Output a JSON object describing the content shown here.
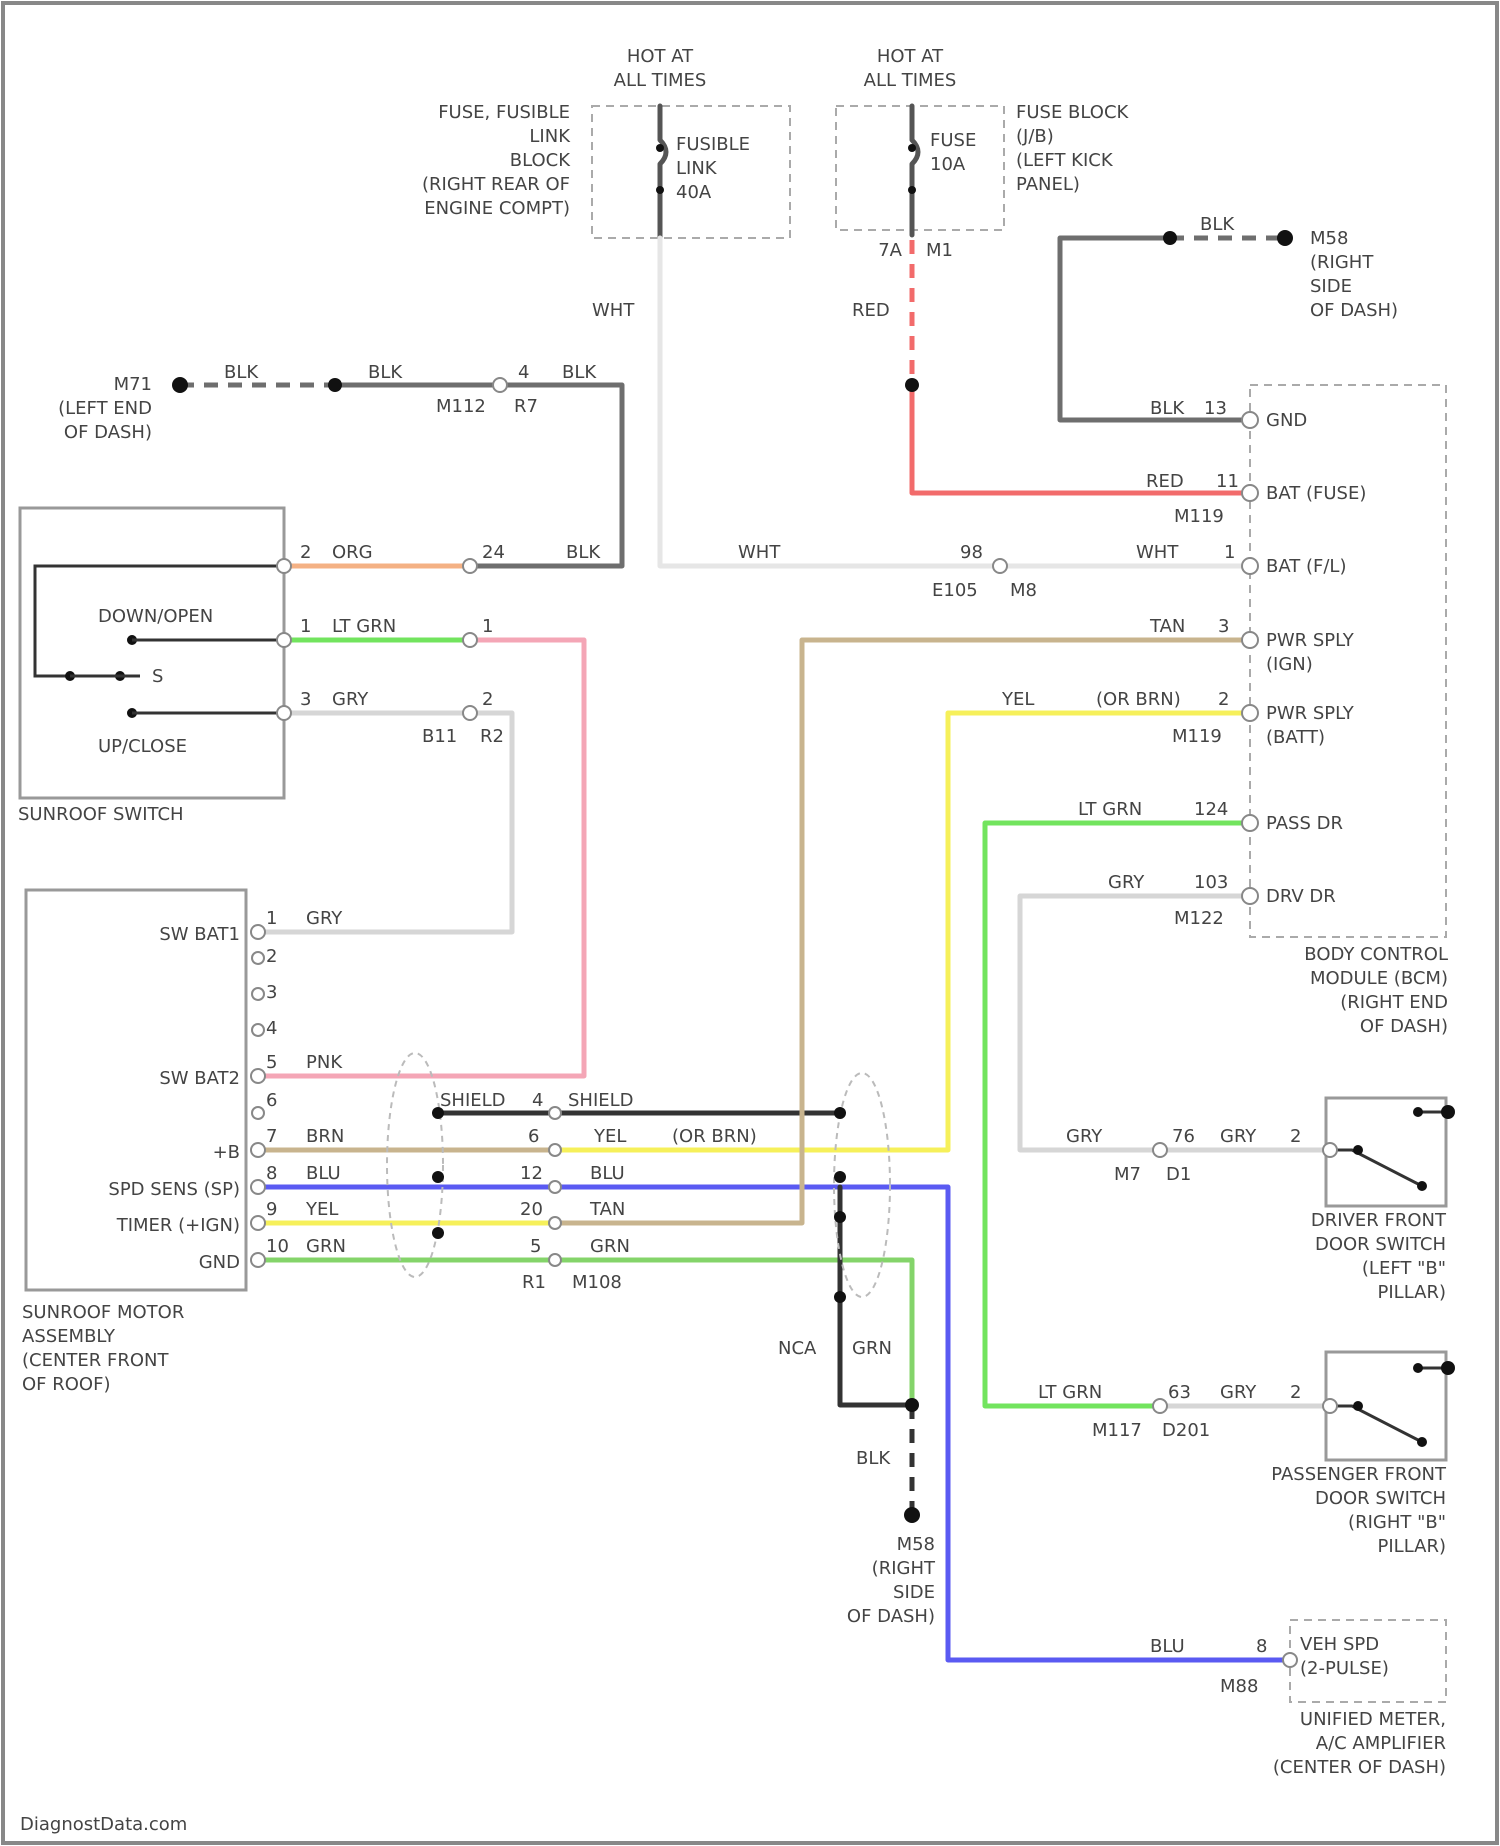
{
  "colors": {
    "wht": "#e6e6e6",
    "red": "#f26b6b",
    "blk": "#6e6e6e",
    "org": "#f4b184",
    "ltgrn": "#72e45e",
    "pnk": "#f4a6b6",
    "gry": "#d6d6d6",
    "tan": "#c8b48e",
    "yel": "#f6f05a",
    "blu": "#5a5af2",
    "grn": "#84d46a",
    "shield": "#333333"
  },
  "power": {
    "fusible": {
      "hot": "HOT AT\nALL TIMES",
      "block": "FUSE, FUSIBLE\nLINK\nBLOCK\n(RIGHT REAR OF\nENGINE COMPT)",
      "inner": "FUSIBLE\nLINK\n40A"
    },
    "fuse": {
      "hot": "HOT AT\nALL TIMES",
      "block": "FUSE BLOCK\n(J/B)\n(LEFT KICK\nPANEL)",
      "inner": "FUSE\n10A",
      "pin": "7A",
      "conn": "M1"
    }
  },
  "grounds": {
    "m58_top": "M58\n(RIGHT\nSIDE\nOF DASH)",
    "m71": "M71\n(LEFT END\nOF DASH)",
    "m58_bottom": "M58\n(RIGHT\nSIDE\nOF DASH)"
  },
  "components": {
    "bcm": {
      "name": "BODY CONTROL\nMODULE (BCM)\n(RIGHT END\nOF DASH)",
      "pins": [
        "GND",
        "BAT (FUSE)",
        "BAT (F/L)",
        "PWR SPLY\n(IGN)",
        "PWR SPLY\n(BATT)",
        "PASS DR",
        "DRV DR"
      ]
    },
    "sunroof_switch": {
      "name": "SUNROOF SWITCH",
      "down": "DOWN/OPEN",
      "up": "UP/CLOSE",
      "mid": "S"
    },
    "sunroof_motor": {
      "name": "SUNROOF MOTOR\nASSEMBLY\n(CENTER FRONT\nOF ROOF)",
      "pins": [
        "SW BAT1",
        "",
        "",
        "",
        "SW BAT2",
        "",
        "+B",
        "SPD SENS (SP)",
        "TIMER (+IGN)",
        "GND"
      ]
    },
    "driver_door": {
      "name": "DRIVER FRONT\nDOOR SWITCH\n(LEFT \"B\"\nPILLAR)"
    },
    "pass_door": {
      "name": "PASSENGER FRONT\nDOOR SWITCH\n(RIGHT \"B\"\nPILLAR)"
    },
    "meter": {
      "name": "UNIFIED METER,\nA/C AMPLIFIER\n(CENTER OF DASH)",
      "pin": "VEH SPD\n(2-PULSE)",
      "conn": "M88",
      "num": "8"
    }
  },
  "labels": {
    "wht_v": "WHT",
    "red_v": "RED",
    "blk_top": "BLK",
    "blk_bcm": "BLK",
    "bcm_13": "13",
    "red_bcm": "RED",
    "bcm_11": "11",
    "m119": "M119",
    "wht_h": "WHT",
    "c98": "98",
    "e105": "E105",
    "m8": "M8",
    "wht_bcm": "WHT",
    "bcm_1": "1",
    "tan_bcm": "TAN",
    "bcm_3": "3",
    "yel_bcm": "YEL",
    "orbrn_bcm": "(OR BRN)",
    "bcm_2": "2",
    "m119b": "M119",
    "ltgrn_bcm": "LT GRN",
    "bcm_124": "124",
    "gry_bcm": "GRY",
    "bcm_103": "103",
    "m122": "M122",
    "blk1": "BLK",
    "blk2": "BLK",
    "blk3": "BLK",
    "c4": "4",
    "m112": "M112",
    "r7": "R7",
    "sw_2": "2",
    "org": "ORG",
    "c24": "24",
    "blk_sw": "BLK",
    "sw_1": "1",
    "ltgrn": "LT GRN",
    "c1": "1",
    "sw_3": "3",
    "gry": "GRY",
    "c2": "2",
    "b11": "B11",
    "r2": "R2",
    "m_1": "1",
    "gry_m": "GRY",
    "m_2": "2",
    "m_3": "3",
    "m_4": "4",
    "m_5": "5",
    "pnk_m": "PNK",
    "m_6": "6",
    "shield_l": "SHIELD",
    "c4b": "4",
    "shield_r": "SHIELD",
    "m_7": "7",
    "brn": "BRN",
    "c6": "6",
    "yel": "YEL",
    "orbrn": "(OR BRN)",
    "m_8": "8",
    "blu": "BLU",
    "c12": "12",
    "blu_r": "BLU",
    "m_9": "9",
    "yel_m": "YEL",
    "c20": "20",
    "tan": "TAN",
    "m_10": "10",
    "grn": "GRN",
    "c5": "5",
    "grn_r": "GRN",
    "r1": "R1",
    "m108": "M108",
    "nca": "NCA",
    "grn_v": "GRN",
    "blk_v": "BLK",
    "gry_d": "GRY",
    "c76": "76",
    "gry_d2": "GRY",
    "d_2": "2",
    "m7": "M7",
    "d1": "D1",
    "ltgrn_p": "LT GRN",
    "c63": "63",
    "gry_p": "GRY",
    "p_2": "2",
    "m117": "M117",
    "d201": "D201",
    "blu_m": "BLU"
  },
  "watermark": "DiagnostData.com"
}
